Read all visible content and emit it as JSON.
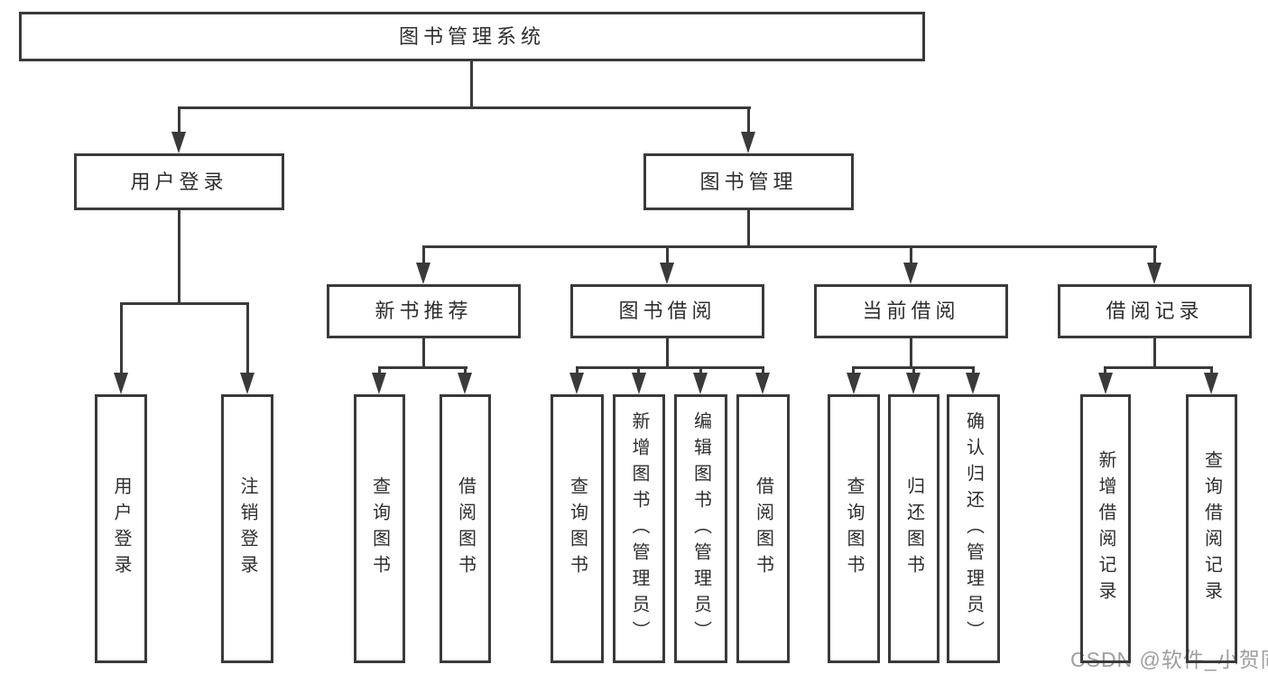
{
  "diagram": {
    "root": {
      "label": "图书管理系统"
    },
    "level2": [
      {
        "label": "用户登录",
        "children": [
          {
            "label": "用户登录"
          },
          {
            "label": "注销登录"
          }
        ]
      },
      {
        "label": "图书管理",
        "children": [
          {
            "label": "新书推荐",
            "children": [
              {
                "label": "查询图书"
              },
              {
                "label": "借阅图书"
              }
            ]
          },
          {
            "label": "图书借阅",
            "children": [
              {
                "label": "查询图书"
              },
              {
                "label": "新增图书（管理员）"
              },
              {
                "label": "编辑图书（管理员）"
              },
              {
                "label": "借阅图书"
              }
            ]
          },
          {
            "label": "当前借阅",
            "children": [
              {
                "label": "查询图书"
              },
              {
                "label": "归还图书"
              },
              {
                "label": "确认归还（管理员）"
              }
            ]
          },
          {
            "label": "借阅记录",
            "children": [
              {
                "label": "新增借阅记录"
              },
              {
                "label": "查询借阅记录"
              }
            ]
          }
        ]
      }
    ]
  },
  "watermark": {
    "text": "CSDN @软件_小贺同学"
  },
  "colors": {
    "line": "#3a3a3a",
    "text": "#2e2e2e",
    "watermark": "#9e9e9e",
    "background": "#ffffff"
  }
}
